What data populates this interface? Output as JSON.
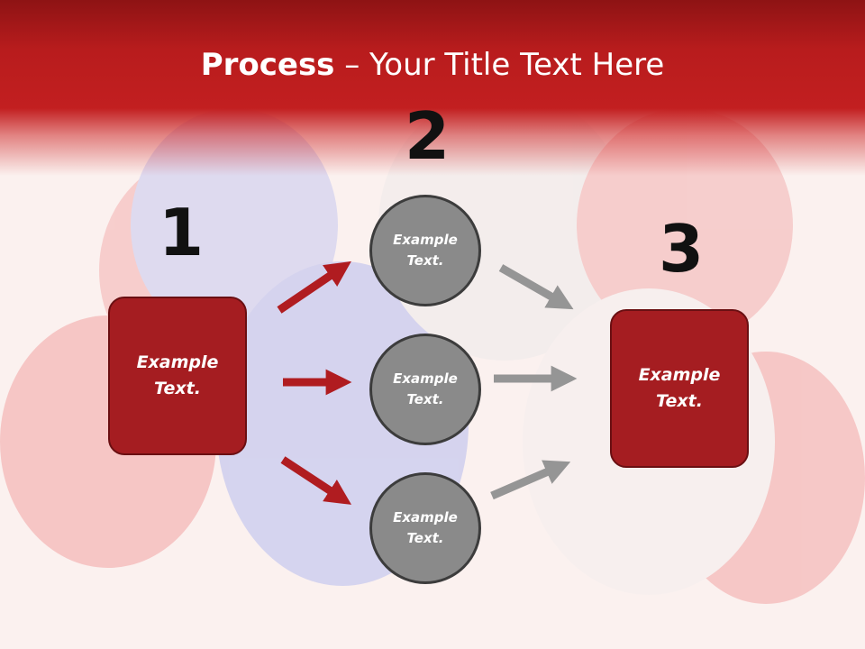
{
  "title": {
    "bold": "Process",
    "rest": " – Your Title Text Here"
  },
  "steps": [
    {
      "number": "1",
      "text": "Example Text."
    },
    {
      "number": "2",
      "text": ""
    },
    {
      "number": "3",
      "text": "Example Text."
    }
  ],
  "circles": [
    {
      "text": "Example Text."
    },
    {
      "text": "Example Text."
    },
    {
      "text": "Example Text."
    }
  ],
  "colors": {
    "accent": "#a51d21",
    "header": "#b81c1d",
    "circle": "#8a8a8a",
    "arrow_red": "#b01c20",
    "arrow_gray": "#959595"
  }
}
